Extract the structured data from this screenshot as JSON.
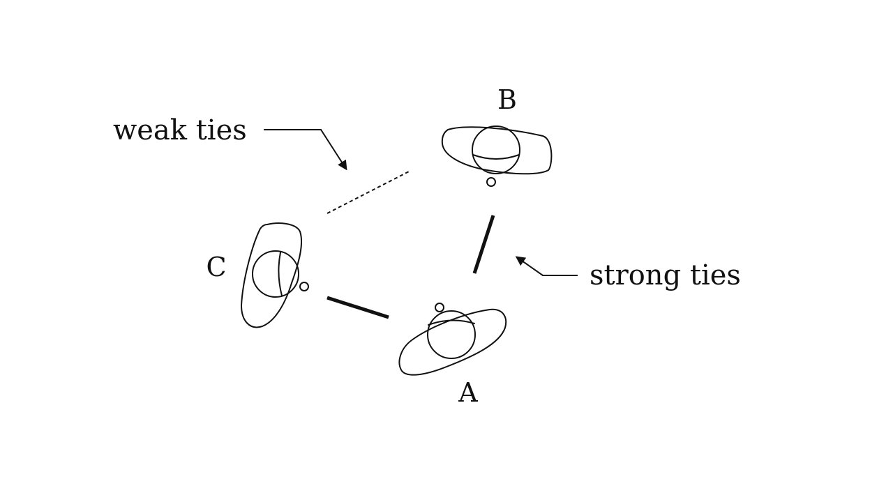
{
  "diagram": {
    "nodes": {
      "a": {
        "label": "A"
      },
      "b": {
        "label": "B"
      },
      "c": {
        "label": "C"
      }
    },
    "annotations": {
      "weak": {
        "label": "weak ties"
      },
      "strong": {
        "label": "strong ties"
      }
    },
    "ties": [
      {
        "from": "C",
        "to": "B",
        "kind": "weak"
      },
      {
        "from": "B",
        "to": "A",
        "kind": "strong"
      },
      {
        "from": "C",
        "to": "A",
        "kind": "strong"
      }
    ]
  }
}
